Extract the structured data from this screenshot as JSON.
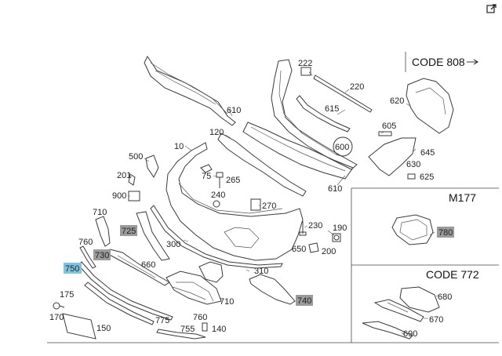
{
  "toolbar": {
    "export_icon": "external-link-icon"
  },
  "codes": {
    "code_808": "CODE 808",
    "m177": "M177",
    "code_772": "CODE 772"
  },
  "parts": {
    "p10": "10",
    "p120": "120",
    "p140": "140",
    "p150": "150",
    "p170": "170",
    "p175": "175",
    "p190": "190",
    "p200": "200",
    "p201": "201",
    "p222": "222",
    "p220": "220",
    "p230": "230",
    "p240": "240",
    "p265": "265",
    "p270": "270",
    "p300": "300",
    "p310": "310",
    "p500": "500",
    "p600": "600",
    "p605": "605",
    "p610a": "610",
    "p610b": "610",
    "p615": "615",
    "p620": "620",
    "p625": "625",
    "p630": "630",
    "p645": "645",
    "p650": "650",
    "p660": "660",
    "p670": "670",
    "p680": "680",
    "p690": "690",
    "p710a": "710",
    "p710b": "710",
    "p725": "725",
    "p730": "730",
    "p740": "740",
    "p750": "750",
    "p755": "755",
    "p760a": "760",
    "p760b": "760",
    "p775": "775",
    "p780": "780",
    "p900": "900",
    "p75": "75"
  },
  "colors": {
    "highlight_gray": "#9b9b9b",
    "highlight_blue": "#7fc4e0"
  }
}
